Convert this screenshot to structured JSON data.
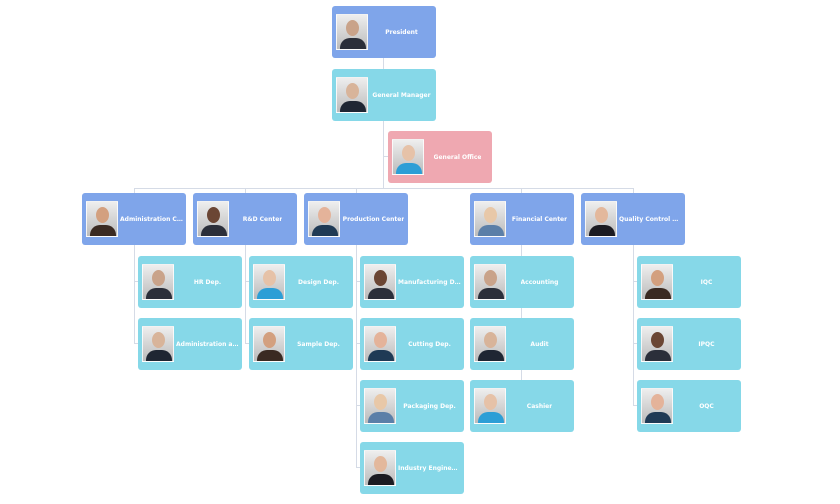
{
  "colors": {
    "level_blue": "#7fa5ea",
    "level_cyan": "#86d8e8",
    "office_pink": "#efa8b1",
    "connector": "#d5dbe6"
  },
  "nodes": [
    {
      "id": "president",
      "label": "President",
      "color": "#7fa5ea"
    },
    {
      "id": "general-manager",
      "label": "General Manager",
      "color": "#86d8e8"
    },
    {
      "id": "general-office",
      "label": "General Office",
      "color": "#efa8b1"
    },
    {
      "id": "administration-center",
      "label": "Administration Cen...",
      "color": "#7fa5ea"
    },
    {
      "id": "rd-center",
      "label": "R&D Center",
      "color": "#7fa5ea"
    },
    {
      "id": "production-center",
      "label": "Production Center",
      "color": "#7fa5ea"
    },
    {
      "id": "financial-center",
      "label": "Financial Center",
      "color": "#7fa5ea"
    },
    {
      "id": "quality-control-center",
      "label": "Quality Control Ce...",
      "color": "#7fa5ea"
    },
    {
      "id": "hr-dep",
      "label": "HR Dep.",
      "color": "#86d8e8"
    },
    {
      "id": "administration-dep",
      "label": "Administration and...",
      "color": "#86d8e8"
    },
    {
      "id": "design-dep",
      "label": "Design Dep.",
      "color": "#86d8e8"
    },
    {
      "id": "sample-dep",
      "label": "Sample Dep.",
      "color": "#86d8e8"
    },
    {
      "id": "manufacturing-dep",
      "label": "Manufacturing Dep.",
      "color": "#86d8e8"
    },
    {
      "id": "cutting-dep",
      "label": "Cutting Dep.",
      "color": "#86d8e8"
    },
    {
      "id": "packaging-dep",
      "label": "Packaging Dep.",
      "color": "#86d8e8"
    },
    {
      "id": "industry-engineering",
      "label": "Industry Engineeri...",
      "color": "#86d8e8"
    },
    {
      "id": "accounting",
      "label": "Accounting",
      "color": "#86d8e8"
    },
    {
      "id": "audit",
      "label": "Audit",
      "color": "#86d8e8"
    },
    {
      "id": "cashier",
      "label": "Cashier",
      "color": "#86d8e8"
    },
    {
      "id": "iqc",
      "label": "IQC",
      "color": "#86d8e8"
    },
    {
      "id": "ipqc",
      "label": "IPQC",
      "color": "#86d8e8"
    },
    {
      "id": "oqc",
      "label": "OQC",
      "color": "#86d8e8"
    }
  ]
}
